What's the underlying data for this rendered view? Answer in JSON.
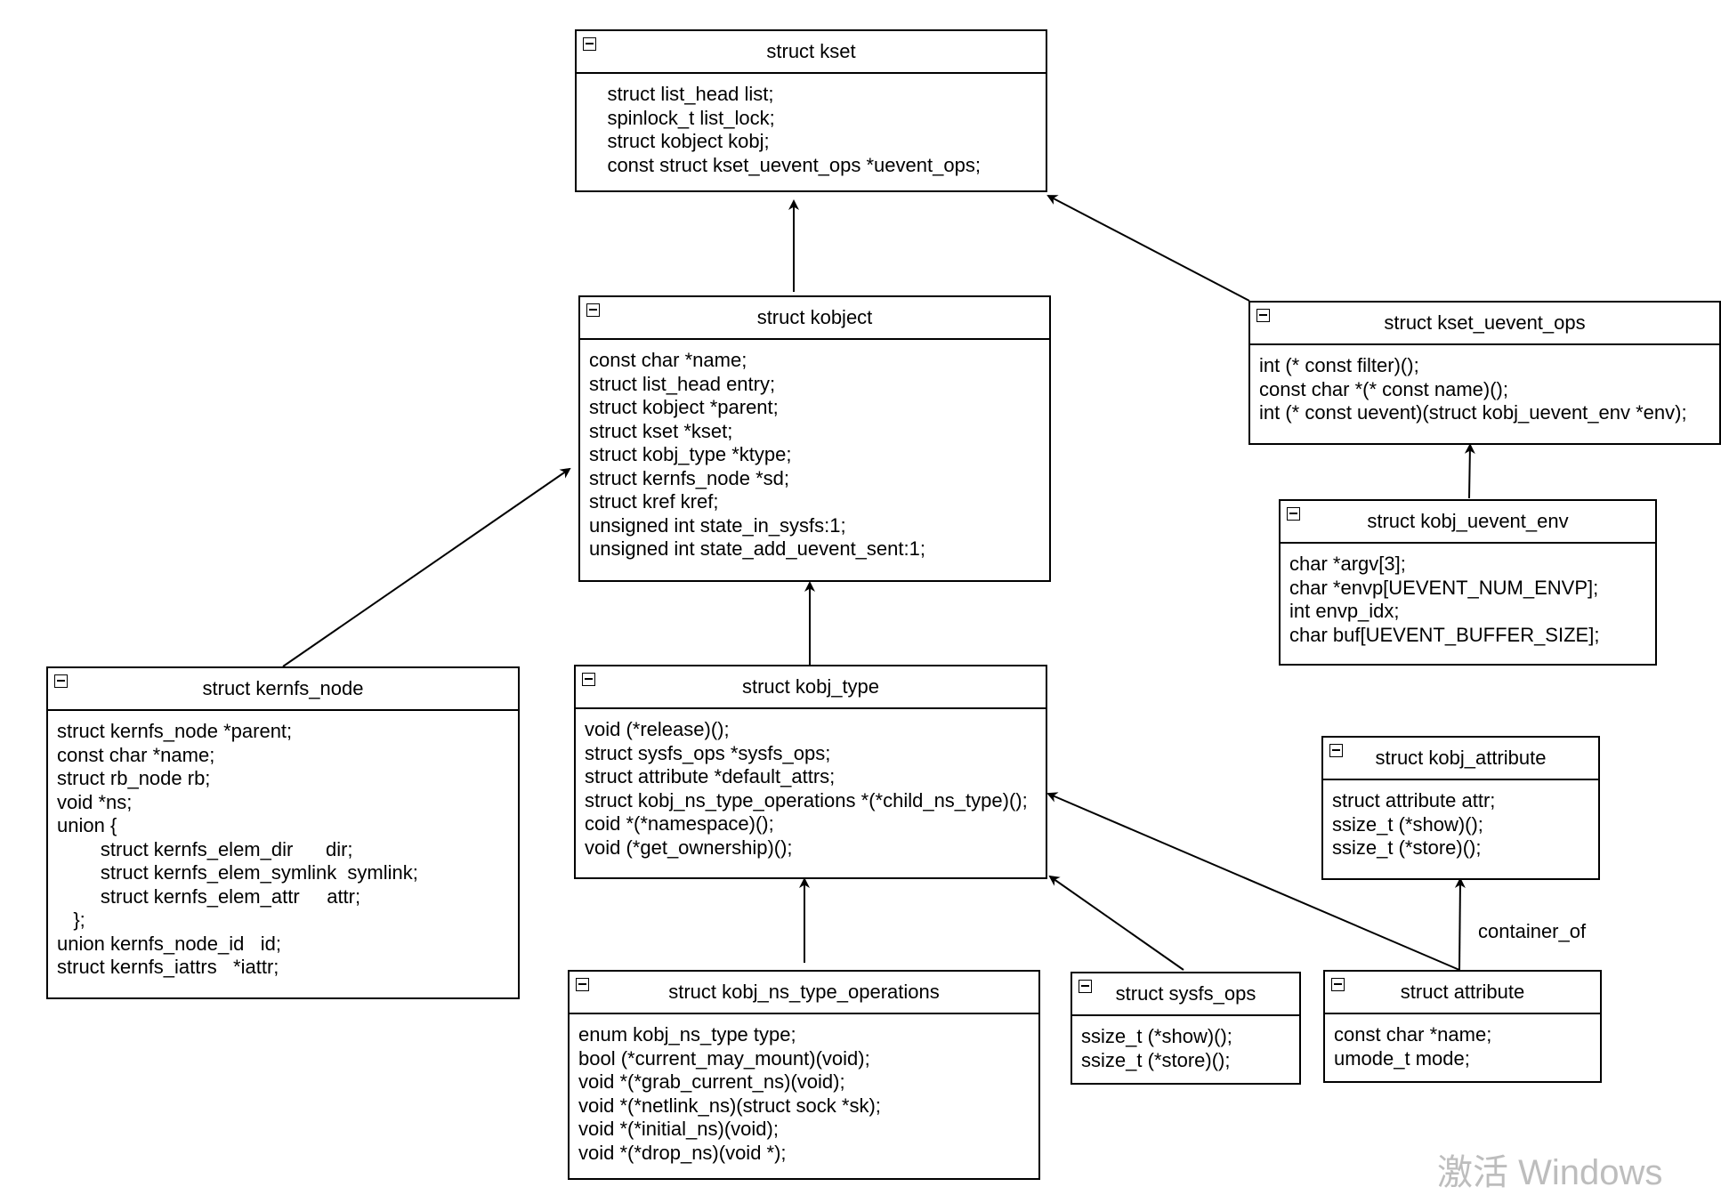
{
  "boxes": {
    "kset": {
      "title": "struct kset",
      "body": "    struct list_head list;\n    spinlock_t list_lock;\n    struct kobject kobj;\n    const struct kset_uevent_ops *uevent_ops;"
    },
    "kobject": {
      "title": "struct kobject",
      "body": "const char *name;\nstruct list_head entry;\nstruct kobject *parent;\nstruct kset *kset;\nstruct kobj_type *ktype;\nstruct kernfs_node *sd;\nstruct kref kref;\nunsigned int state_in_sysfs:1;\nunsigned int state_add_uevent_sent:1;"
    },
    "kset_uevent_ops": {
      "title": "struct kset_uevent_ops",
      "body": "int (* const filter)();\nconst char *(* const name)();\nint (* const uevent)(struct kobj_uevent_env *env);"
    },
    "kobj_uevent_env": {
      "title": "struct kobj_uevent_env",
      "body": "char *argv[3];\nchar *envp[UEVENT_NUM_ENVP];\nint envp_idx;\nchar buf[UEVENT_BUFFER_SIZE];"
    },
    "kernfs_node": {
      "title": "struct kernfs_node",
      "body": "struct kernfs_node *parent;\nconst char *name;\nstruct rb_node rb;\nvoid *ns;\nunion {\n        struct kernfs_elem_dir      dir;\n        struct kernfs_elem_symlink  symlink;\n        struct kernfs_elem_attr     attr;\n   };\nunion kernfs_node_id   id;\nstruct kernfs_iattrs   *iattr;"
    },
    "kobj_type": {
      "title": "struct kobj_type",
      "body": "void (*release)();\nstruct sysfs_ops *sysfs_ops;\nstruct attribute *default_attrs;\nstruct kobj_ns_type_operations *(*child_ns_type)();\ncoid *(*namespace)();\nvoid (*get_ownership)();"
    },
    "kobj_attribute": {
      "title": "struct kobj_attribute",
      "body": "struct attribute attr;\nssize_t (*show)();\nssize_t (*store)();"
    },
    "kobj_ns_type_operations": {
      "title": "struct kobj_ns_type_operations",
      "body": "enum kobj_ns_type type;\nbool (*current_may_mount)(void);\nvoid *(*grab_current_ns)(void);\nvoid *(*netlink_ns)(struct sock *sk);\nvoid *(*initial_ns)(void);\nvoid *(*drop_ns)(void *);"
    },
    "sysfs_ops": {
      "title": "struct sysfs_ops",
      "body": "ssize_t (*show)();\nssize_t (*store)();"
    },
    "attribute": {
      "title": "struct attribute",
      "body": "const char *name;\numode_t mode;"
    }
  },
  "edge_labels": {
    "container_of": "container_of"
  },
  "watermark": "激活 Windows"
}
